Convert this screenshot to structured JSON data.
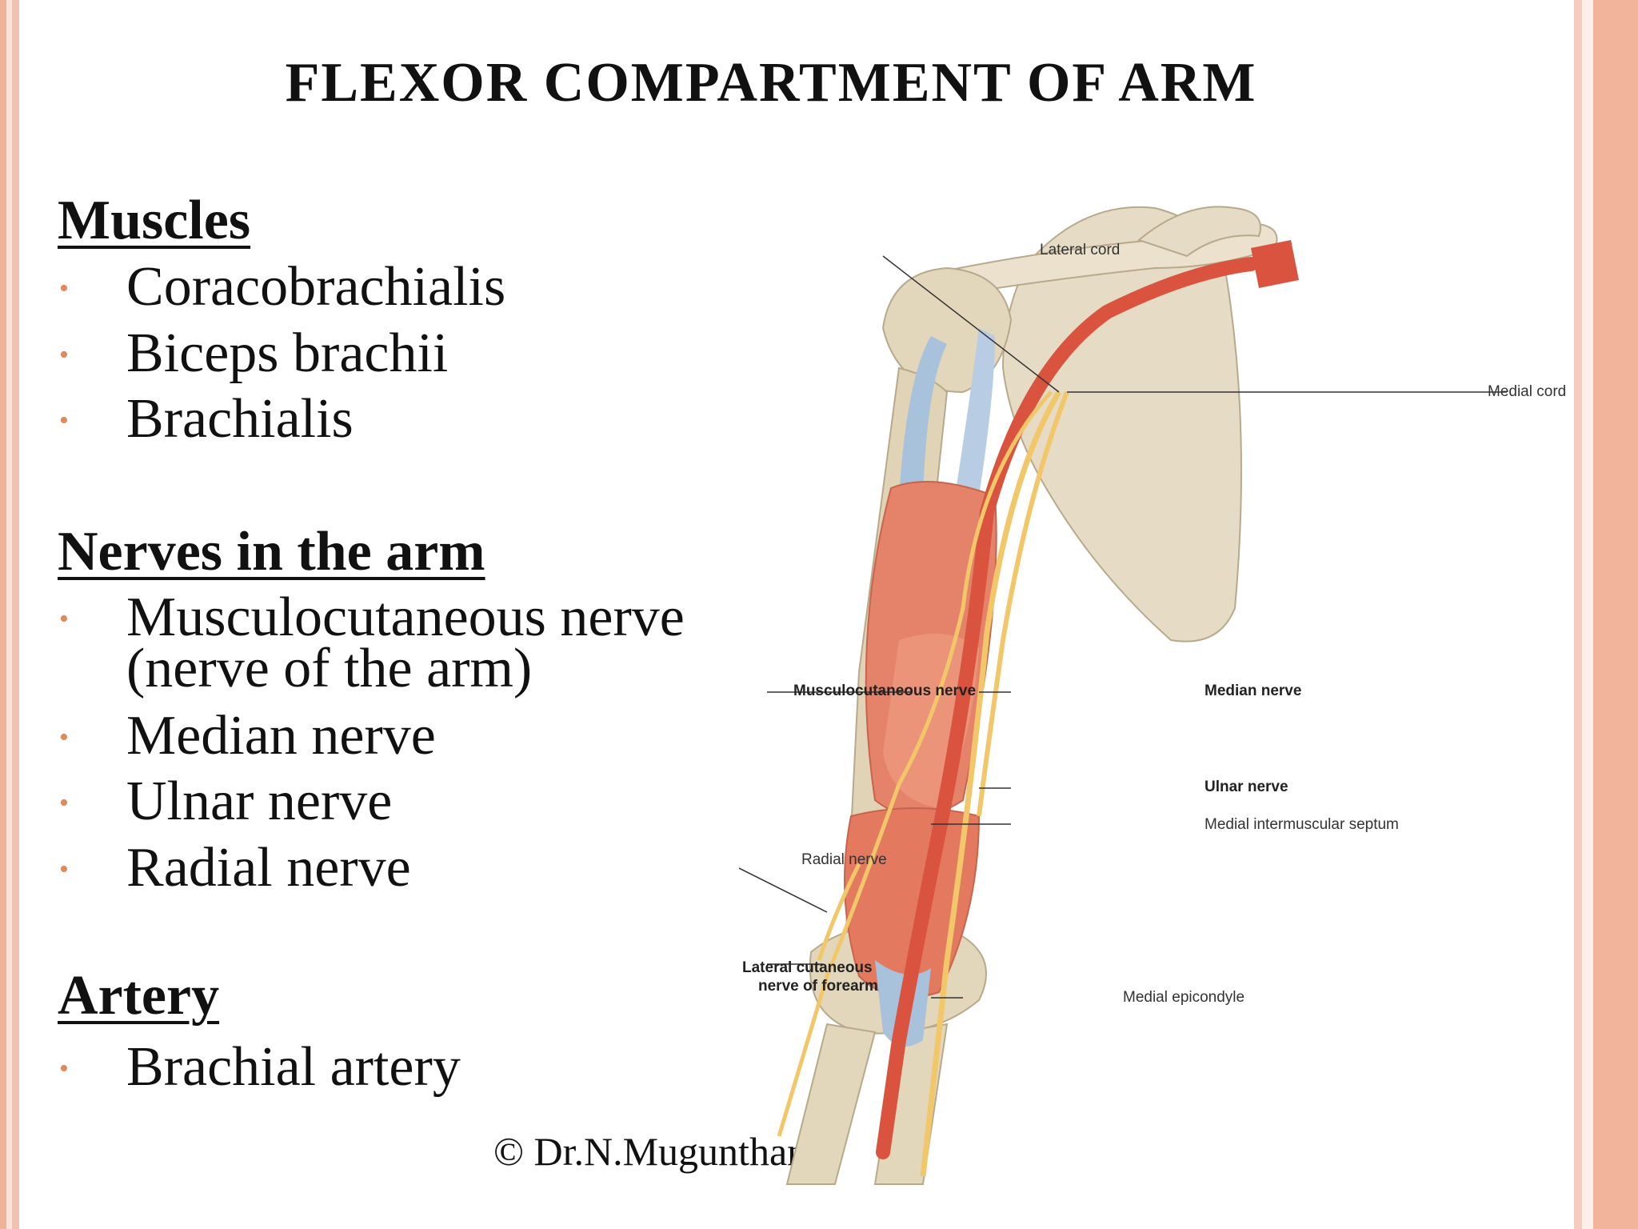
{
  "slide": {
    "title": "FLEXOR COMPARTMENT OF ARM",
    "sections": {
      "muscles": {
        "heading": "Muscles",
        "items": [
          "Coracobrachialis",
          "Biceps brachii",
          "Brachialis"
        ]
      },
      "nerves": {
        "heading": "Nerves in the arm",
        "items": [
          "Musculocutaneous nerve",
          "(nerve of the arm)",
          "Median nerve",
          "Ulnar nerve",
          "Radial nerve"
        ]
      },
      "artery": {
        "heading": "Artery",
        "items": [
          "Brachial artery"
        ]
      }
    },
    "copyright": "© Dr.N.Mugunthan"
  },
  "figure": {
    "labels": {
      "lateral_cord": "Lateral cord",
      "medial_cord": "Medial cord",
      "musculocutaneous_nerve": "Musculocutaneous nerve",
      "median_nerve": "Median nerve",
      "ulnar_nerve": "Ulnar nerve",
      "medial_intermuscular_septum": "Medial intermuscular septum",
      "radial_nerve": "Radial nerve",
      "lateral_cutaneous_line1": "Lateral cutaneous",
      "lateral_cutaneous_line2": "nerve of forearm",
      "medial_epicondyle": "Medial epicondyle"
    }
  },
  "colors": {
    "border_accent": "#f0b29a",
    "bullet": "#e08a5c",
    "muscle": "#e5826a",
    "bone": "#e6dbc4",
    "nerve": "#f2c76a",
    "artery": "#d9533f",
    "tendon": "#a9c2dc"
  }
}
